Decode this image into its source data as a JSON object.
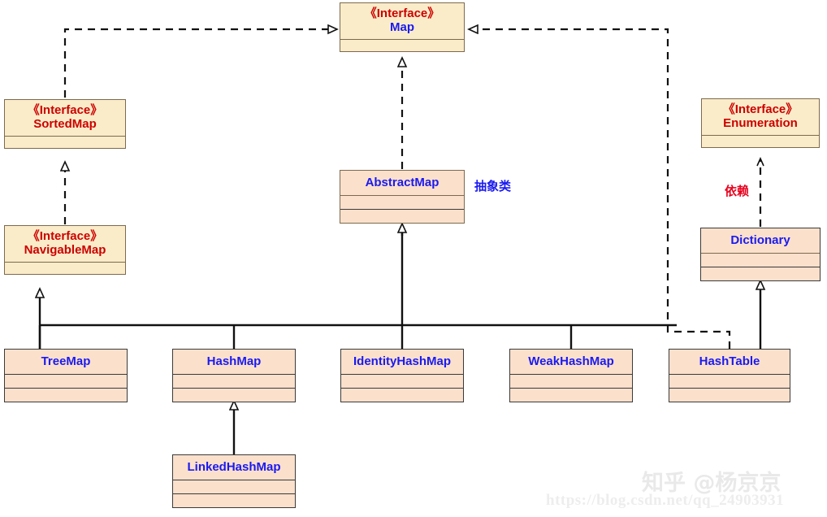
{
  "diagram": {
    "title": "Java Map interface and class hierarchy (UML class diagram)",
    "stereotype_label": "《Interface》",
    "colors": {
      "interface_fill": "#fbecc9",
      "interface_border": "#7b6a4e",
      "class_fill": "#fbe0cc",
      "class_border": "#3a3a3a",
      "stereotype_text": "#cc0000",
      "interface_name_text": "#cc0000",
      "map_name_text": "#1a1af0",
      "class_name_text": "#1a1af0",
      "annotation_blue": "#1a1af0",
      "annotation_red": "#e8001c",
      "edge": "#111111",
      "watermark": "#e9e9e9"
    },
    "interfaces": [
      {
        "id": "map",
        "stereotype": "《Interface》",
        "name": "Map",
        "name_color": "#1a1af0"
      },
      {
        "id": "sortedmap",
        "stereotype": "《Interface》",
        "name": "SortedMap",
        "name_color": "#cc0000"
      },
      {
        "id": "navigablemap",
        "stereotype": "《Interface》",
        "name": "NavigableMap",
        "name_color": "#cc0000"
      },
      {
        "id": "enumeration",
        "stereotype": "《Interface》",
        "name": "Enumeration",
        "name_color": "#cc0000"
      }
    ],
    "classes": [
      {
        "id": "abstractmap",
        "name": "AbstractMap"
      },
      {
        "id": "dictionary",
        "name": "Dictionary"
      },
      {
        "id": "treemap",
        "name": "TreeMap"
      },
      {
        "id": "hashmap",
        "name": "HashMap"
      },
      {
        "id": "identityhashmap",
        "name": "IdentityHashMap"
      },
      {
        "id": "weakhashmap",
        "name": "WeakHashMap"
      },
      {
        "id": "hashtable",
        "name": "HashTable"
      },
      {
        "id": "linkedhashmap",
        "name": "LinkedHashMap"
      }
    ],
    "annotations": [
      {
        "id": "abstract-class-note",
        "text": "抽象类",
        "color": "#1a1af0"
      },
      {
        "id": "dependency-note",
        "text": "依赖",
        "color": "#e8001c"
      }
    ],
    "relationships": [
      {
        "from": "SortedMap",
        "to": "Map",
        "type": "realization-dashed-hollow-triangle"
      },
      {
        "from": "AbstractMap",
        "to": "Map",
        "type": "realization-dashed-hollow-triangle"
      },
      {
        "from": "HashTable",
        "to": "Map",
        "type": "realization-dashed-hollow-triangle"
      },
      {
        "from": "NavigableMap",
        "to": "SortedMap",
        "type": "realization-dashed-hollow-triangle"
      },
      {
        "from": "TreeMap",
        "to": "NavigableMap",
        "type": "generalization-solid-hollow-triangle"
      },
      {
        "from": "TreeMap",
        "to": "AbstractMap",
        "type": "generalization-solid-hollow-triangle"
      },
      {
        "from": "HashMap",
        "to": "AbstractMap",
        "type": "generalization-solid-hollow-triangle"
      },
      {
        "from": "IdentityHashMap",
        "to": "AbstractMap",
        "type": "generalization-solid-hollow-triangle"
      },
      {
        "from": "WeakHashMap",
        "to": "AbstractMap",
        "type": "generalization-solid-hollow-triangle"
      },
      {
        "from": "LinkedHashMap",
        "to": "HashMap",
        "type": "generalization-solid-hollow-triangle"
      },
      {
        "from": "Dictionary",
        "to": "Enumeration",
        "type": "dependency-dashed-arrow"
      },
      {
        "from": "HashTable",
        "to": "Dictionary",
        "type": "generalization-solid-hollow-triangle"
      }
    ]
  },
  "watermark": {
    "brand": "知乎 @杨京京",
    "url": "https://blog.csdn.net/qq_24903931"
  }
}
